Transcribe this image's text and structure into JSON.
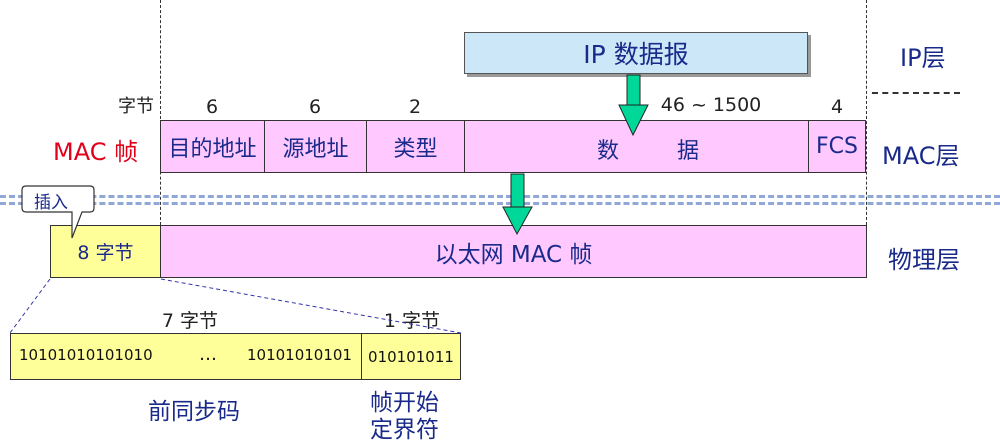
{
  "layers": {
    "ip": "IP层",
    "mac": "MAC层",
    "phy": "物理层"
  },
  "ip_datagram": "IP 数据报",
  "mac_frame_label": "MAC 帧",
  "byte_label": "字节",
  "field_sizes": {
    "dst": "6",
    "src": "6",
    "type": "2",
    "data": "46 ~ 1500",
    "fcs": "4"
  },
  "fields": {
    "dst": "目的地址",
    "src": "源地址",
    "type": "类型",
    "data_left": "数",
    "data_right": "据",
    "fcs": "FCS"
  },
  "insert_callout": "插入",
  "preamble_size": "8 字节",
  "ethernet_frame": "以太网 MAC 帧",
  "detail": {
    "seven_bytes": "7 字节",
    "one_byte": "1 字节",
    "bits_left": "10101010101010",
    "ellipsis": "…",
    "bits_mid": "10101010101",
    "bits_sfd": "010101011",
    "preamble_name": "前同步码",
    "sfd_line1": "帧开始",
    "sfd_line2": "定界符"
  },
  "colors": {
    "pink": "#ffc8ff",
    "yellow": "#ffff99",
    "ip_box": "#cce8f8",
    "arrow": "#00d89a",
    "mac_red": "#e0001a",
    "text_blue": "#1a2a8a"
  }
}
